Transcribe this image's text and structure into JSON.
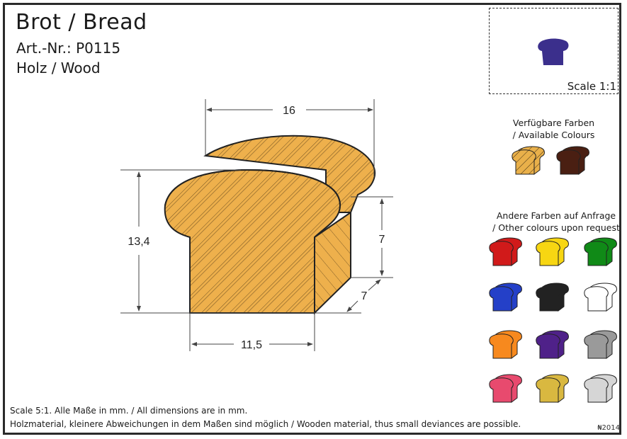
{
  "header": {
    "title": "Brot / Bread",
    "article_number": "Art.-Nr.: P0115",
    "material": "Holz / Wood"
  },
  "scale_preview": {
    "label": "Scale 1:1",
    "color": "#3b2f8c"
  },
  "available_colours": {
    "heading_line1": "Verfügbare Farben",
    "heading_line2": "/ Available Colours",
    "items": [
      {
        "name": "natural-wood",
        "color": "#e9b04a"
      },
      {
        "name": "dark-brown",
        "color": "#4a1f12"
      }
    ]
  },
  "other_colours": {
    "heading_line1": "Andere Farben auf Anfrage",
    "heading_line2": "/ Other colours upon request",
    "items": [
      {
        "name": "red",
        "color": "#d11a1a"
      },
      {
        "name": "yellow",
        "color": "#f7d612"
      },
      {
        "name": "green",
        "color": "#108a17"
      },
      {
        "name": "blue",
        "color": "#2440c8"
      },
      {
        "name": "black",
        "color": "#222222"
      },
      {
        "name": "white",
        "color": "#ffffff"
      },
      {
        "name": "orange",
        "color": "#f7891e"
      },
      {
        "name": "purple",
        "color": "#4f2189"
      },
      {
        "name": "grey",
        "color": "#9a9a9a"
      },
      {
        "name": "pink",
        "color": "#e84a6e"
      },
      {
        "name": "gold",
        "color": "#d9b840"
      },
      {
        "name": "silver",
        "color": "#d6d6d6"
      }
    ]
  },
  "drawing": {
    "wood_color": "#eeb04c",
    "dimensions": {
      "width_top": "16",
      "height_total": "13,4",
      "height_base": "7",
      "depth": "7",
      "width_base": "11,5"
    }
  },
  "footer": {
    "line1": "Scale 5:1. Alle Maße in mm. / All dimensions are in mm.",
    "line2": "Holzmaterial, kleinere Abweichungen in dem Maßen sind möglich / Wooden material, thus small deviances are possible.",
    "copyright": "₦2014"
  }
}
